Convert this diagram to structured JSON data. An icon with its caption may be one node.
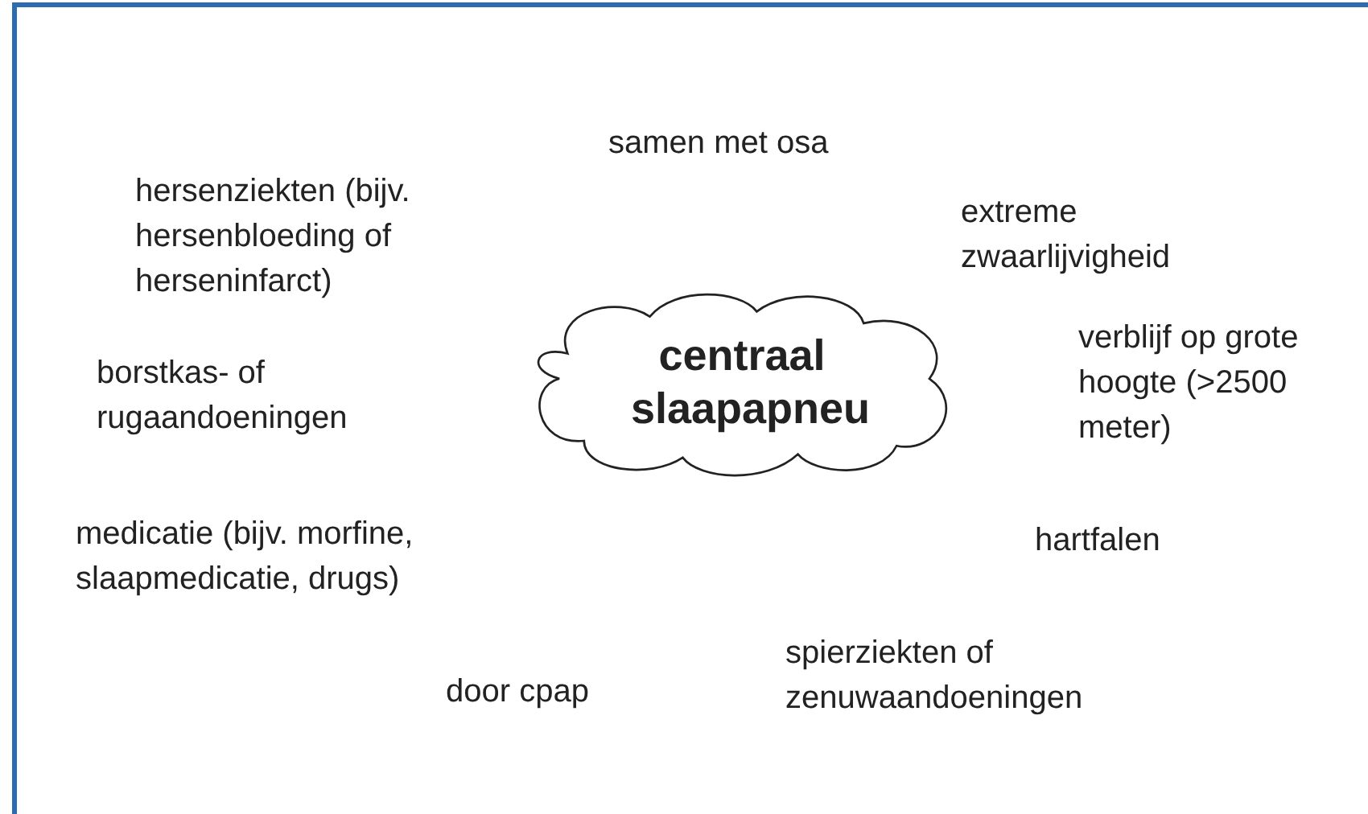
{
  "diagram": {
    "nodes": [
      {
        "text": [
          "centraal slaapapneu"
        ]
      }
    ],
    "labels": [
      "hersenziekten (bijv. hersenbloeding of herseninfarct)",
      "samen met osa",
      "extreme zwaarlijvigheid",
      "borstkas- of rugaandoeningen",
      "verblijf op grote hoogte (>2500 meter)",
      "medicatie (bijv. morfine, slaapmedicatie, drugs)",
      "hartfalen",
      "spierziekten of zenuwaandoeningen",
      "door cpap"
    ]
  }
}
